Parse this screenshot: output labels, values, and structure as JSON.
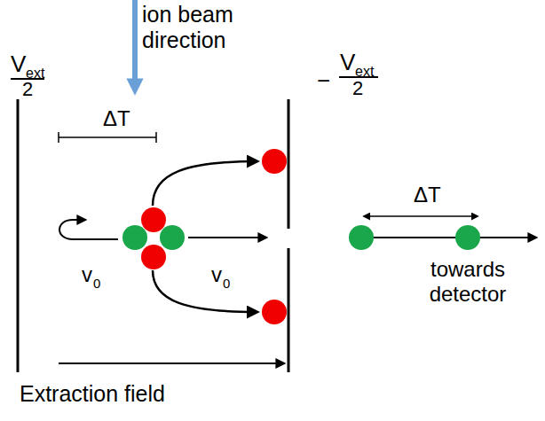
{
  "diagram": {
    "labels": [
      "ion beam direction",
      "V",
      "ext",
      "2",
      "−",
      "V",
      "ext",
      "2",
      "ΔT",
      "v",
      "0",
      "v",
      "0",
      "ΔT",
      "towards detector",
      "Extraction field"
    ]
  }
}
